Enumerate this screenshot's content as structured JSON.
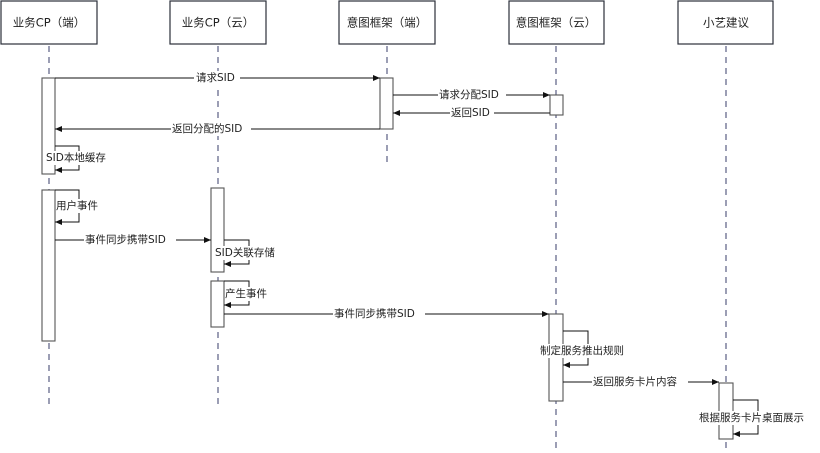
{
  "diagram": {
    "type": "sequence",
    "participants": [
      {
        "id": "cp_end",
        "label": "业务CP（端）"
      },
      {
        "id": "cp_cloud",
        "label": "业务CP（云）"
      },
      {
        "id": "fw_end",
        "label": "意图框架（端）"
      },
      {
        "id": "fw_cloud",
        "label": "意图框架（云）"
      },
      {
        "id": "xiaoyi",
        "label": "小艺建议"
      }
    ],
    "messages": [
      {
        "from": "cp_end",
        "to": "fw_end",
        "label": "请求SID"
      },
      {
        "from": "fw_end",
        "to": "fw_cloud",
        "label": "请求分配SID"
      },
      {
        "from": "fw_cloud",
        "to": "fw_end",
        "label": "返回SID"
      },
      {
        "from": "fw_end",
        "to": "cp_end",
        "label": "返回分配的SID"
      },
      {
        "from": "cp_end",
        "to": "cp_end",
        "label": "SID本地缓存"
      },
      {
        "from": "cp_end",
        "to": "cp_end",
        "label": "用户事件"
      },
      {
        "from": "cp_end",
        "to": "cp_cloud",
        "label": "事件同步携带SID"
      },
      {
        "from": "cp_cloud",
        "to": "cp_cloud",
        "label": "SID关联存储"
      },
      {
        "from": "cp_cloud",
        "to": "cp_cloud",
        "label": "产生事件"
      },
      {
        "from": "cp_cloud",
        "to": "fw_cloud",
        "label": "事件同步携带SID"
      },
      {
        "from": "fw_cloud",
        "to": "fw_cloud",
        "label": "制定服务推出规则"
      },
      {
        "from": "fw_cloud",
        "to": "xiaoyi",
        "label": "返回服务卡片内容"
      },
      {
        "from": "xiaoyi",
        "to": "xiaoyi",
        "label": "根据服务卡片桌面展示"
      }
    ]
  }
}
